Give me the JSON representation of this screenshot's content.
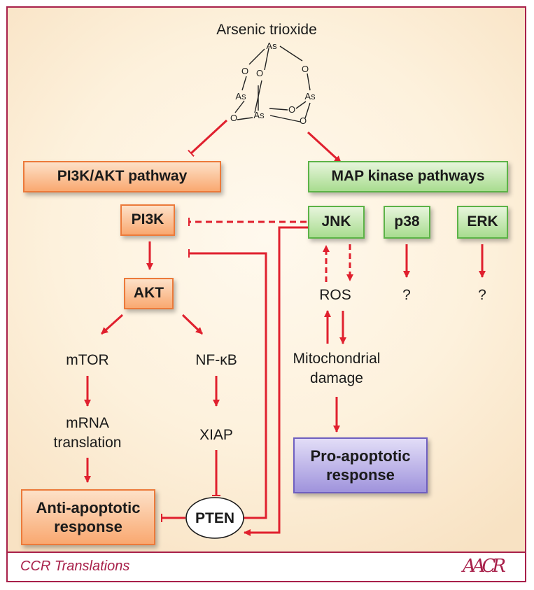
{
  "title": "Arsenic trioxide",
  "molecule_atoms": [
    "As",
    "O",
    "O",
    "O",
    "As",
    "O",
    "As",
    "O",
    "O",
    "As"
  ],
  "nodes": {
    "pi3k_akt_pathway": "PI3K/AKT pathway",
    "map_kinase_pathways": "MAP kinase pathways",
    "pi3k": "PI3K",
    "akt": "AKT",
    "jnk": "JNK",
    "p38": "p38",
    "erk": "ERK",
    "mtor": "mTOR",
    "nfkb": "NF-κB",
    "mrna_translation": [
      "mRNA",
      "translation"
    ],
    "xiap": "XIAP",
    "pten": "PTEN",
    "anti_apoptotic": [
      "Anti-apoptotic",
      "response"
    ],
    "ros": "ROS",
    "p38_unknown": "?",
    "erk_unknown": "?",
    "mito_damage": [
      "Mitochondrial",
      "damage"
    ],
    "pro_apoptotic": [
      "Pro-apoptotic",
      "response"
    ]
  },
  "footer": {
    "title": "CCR Translations",
    "logo": "AACR"
  },
  "colors": {
    "arrow": "#e0202e",
    "frame": "#a8204a",
    "orange": "#f9a870",
    "green": "#a8dc8f",
    "purple": "#9f93dc"
  }
}
